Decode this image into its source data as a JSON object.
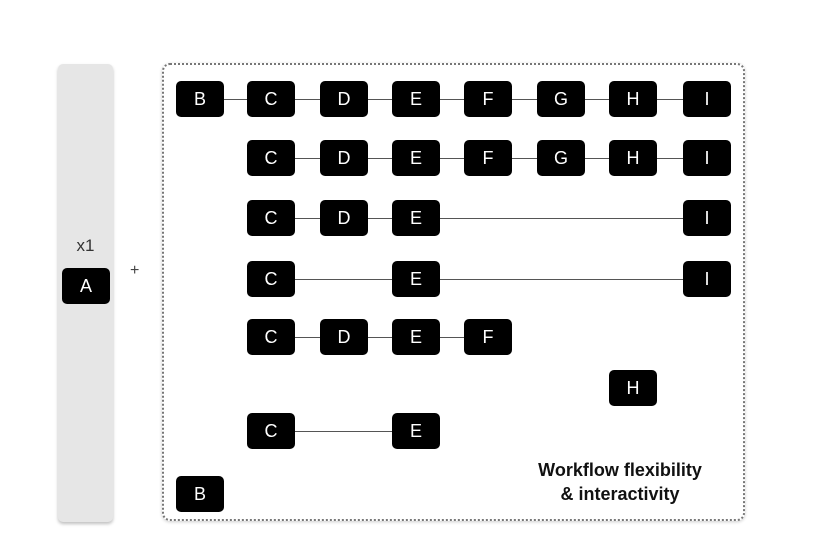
{
  "side": {
    "multiplier": "x1",
    "node": "A"
  },
  "plus": "+",
  "caption": {
    "line1": "Workflow flexibility",
    "line2": "& interactivity"
  },
  "rows": [
    {
      "nodes": [
        [
          "B",
          0
        ],
        [
          "C",
          1
        ],
        [
          "D",
          2
        ],
        [
          "E",
          3
        ],
        [
          "F",
          4
        ],
        [
          "G",
          5
        ],
        [
          "H",
          6
        ],
        [
          "I",
          7
        ]
      ]
    },
    {
      "nodes": [
        [
          "C",
          1
        ],
        [
          "D",
          2
        ],
        [
          "E",
          3
        ],
        [
          "F",
          4
        ],
        [
          "G",
          5
        ],
        [
          "H",
          6
        ],
        [
          "I",
          7
        ]
      ]
    },
    {
      "nodes": [
        [
          "C",
          1
        ],
        [
          "D",
          2
        ],
        [
          "E",
          3
        ],
        [
          "I",
          7
        ]
      ]
    },
    {
      "nodes": [
        [
          "C",
          1
        ],
        [
          "E",
          3
        ],
        [
          "I",
          7
        ]
      ]
    },
    {
      "nodes": [
        [
          "C",
          1
        ],
        [
          "D",
          2
        ],
        [
          "E",
          3
        ],
        [
          "F",
          4
        ]
      ]
    },
    {
      "nodes": [
        [
          "H",
          6
        ]
      ]
    },
    {
      "nodes": [
        [
          "C",
          1
        ],
        [
          "E",
          3
        ]
      ]
    },
    {
      "nodes": [
        [
          "B",
          0
        ]
      ]
    }
  ]
}
